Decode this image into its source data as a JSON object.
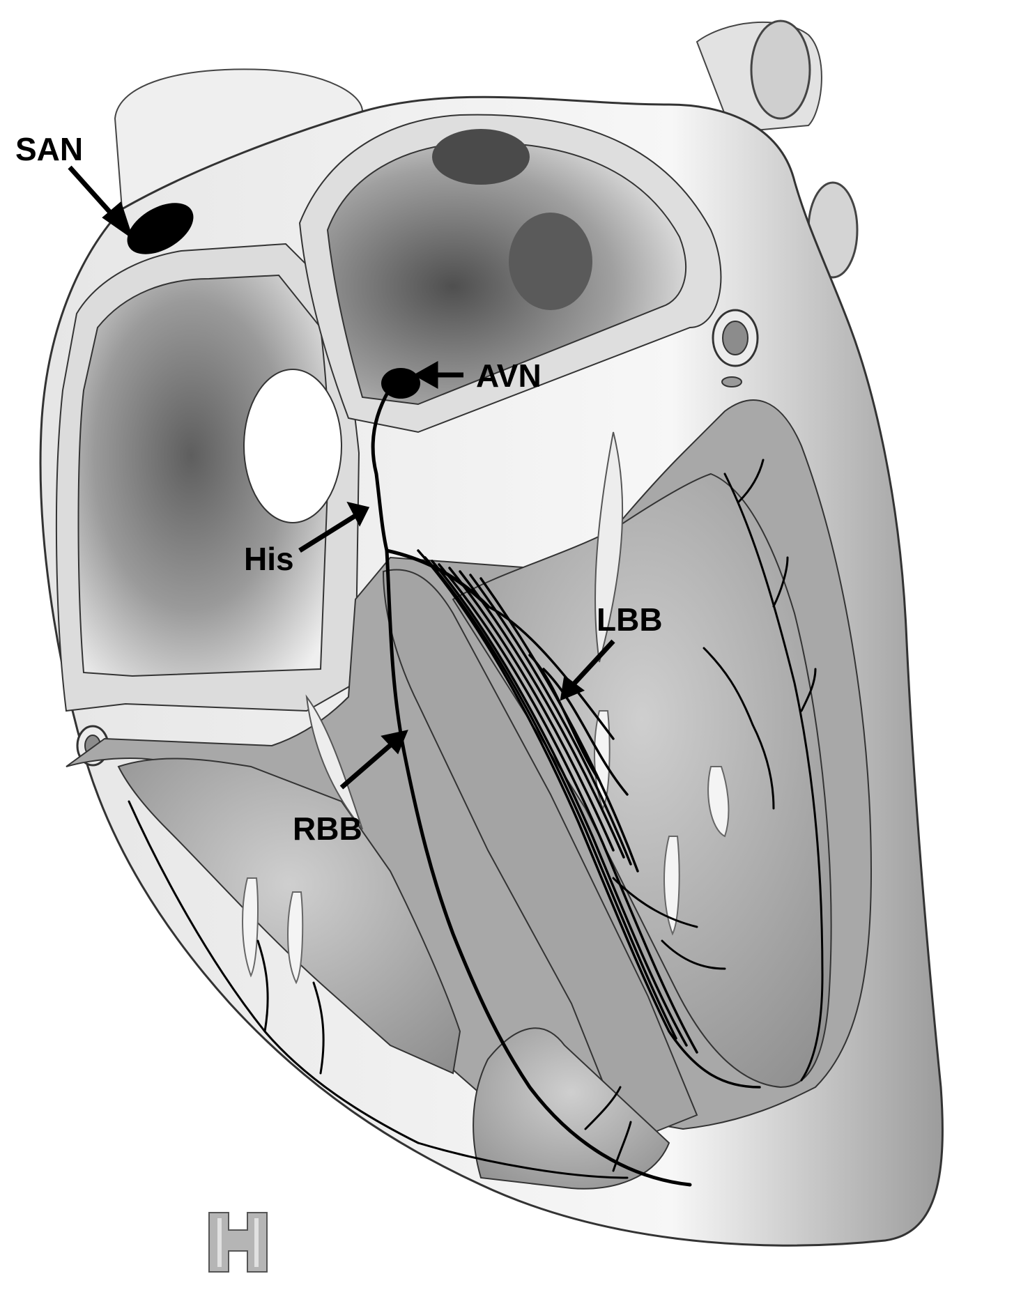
{
  "labels": {
    "san": "SAN",
    "avn": "AVN",
    "his": "His",
    "lbb": "LBB",
    "rbb": "RBB"
  },
  "colors": {
    "tissue": "#a9a9a9",
    "wall": "#d9d9d9",
    "chamber_light": "#f4f4f4",
    "chamber_dark": "#7d7d7d",
    "conduction": "#000000"
  }
}
